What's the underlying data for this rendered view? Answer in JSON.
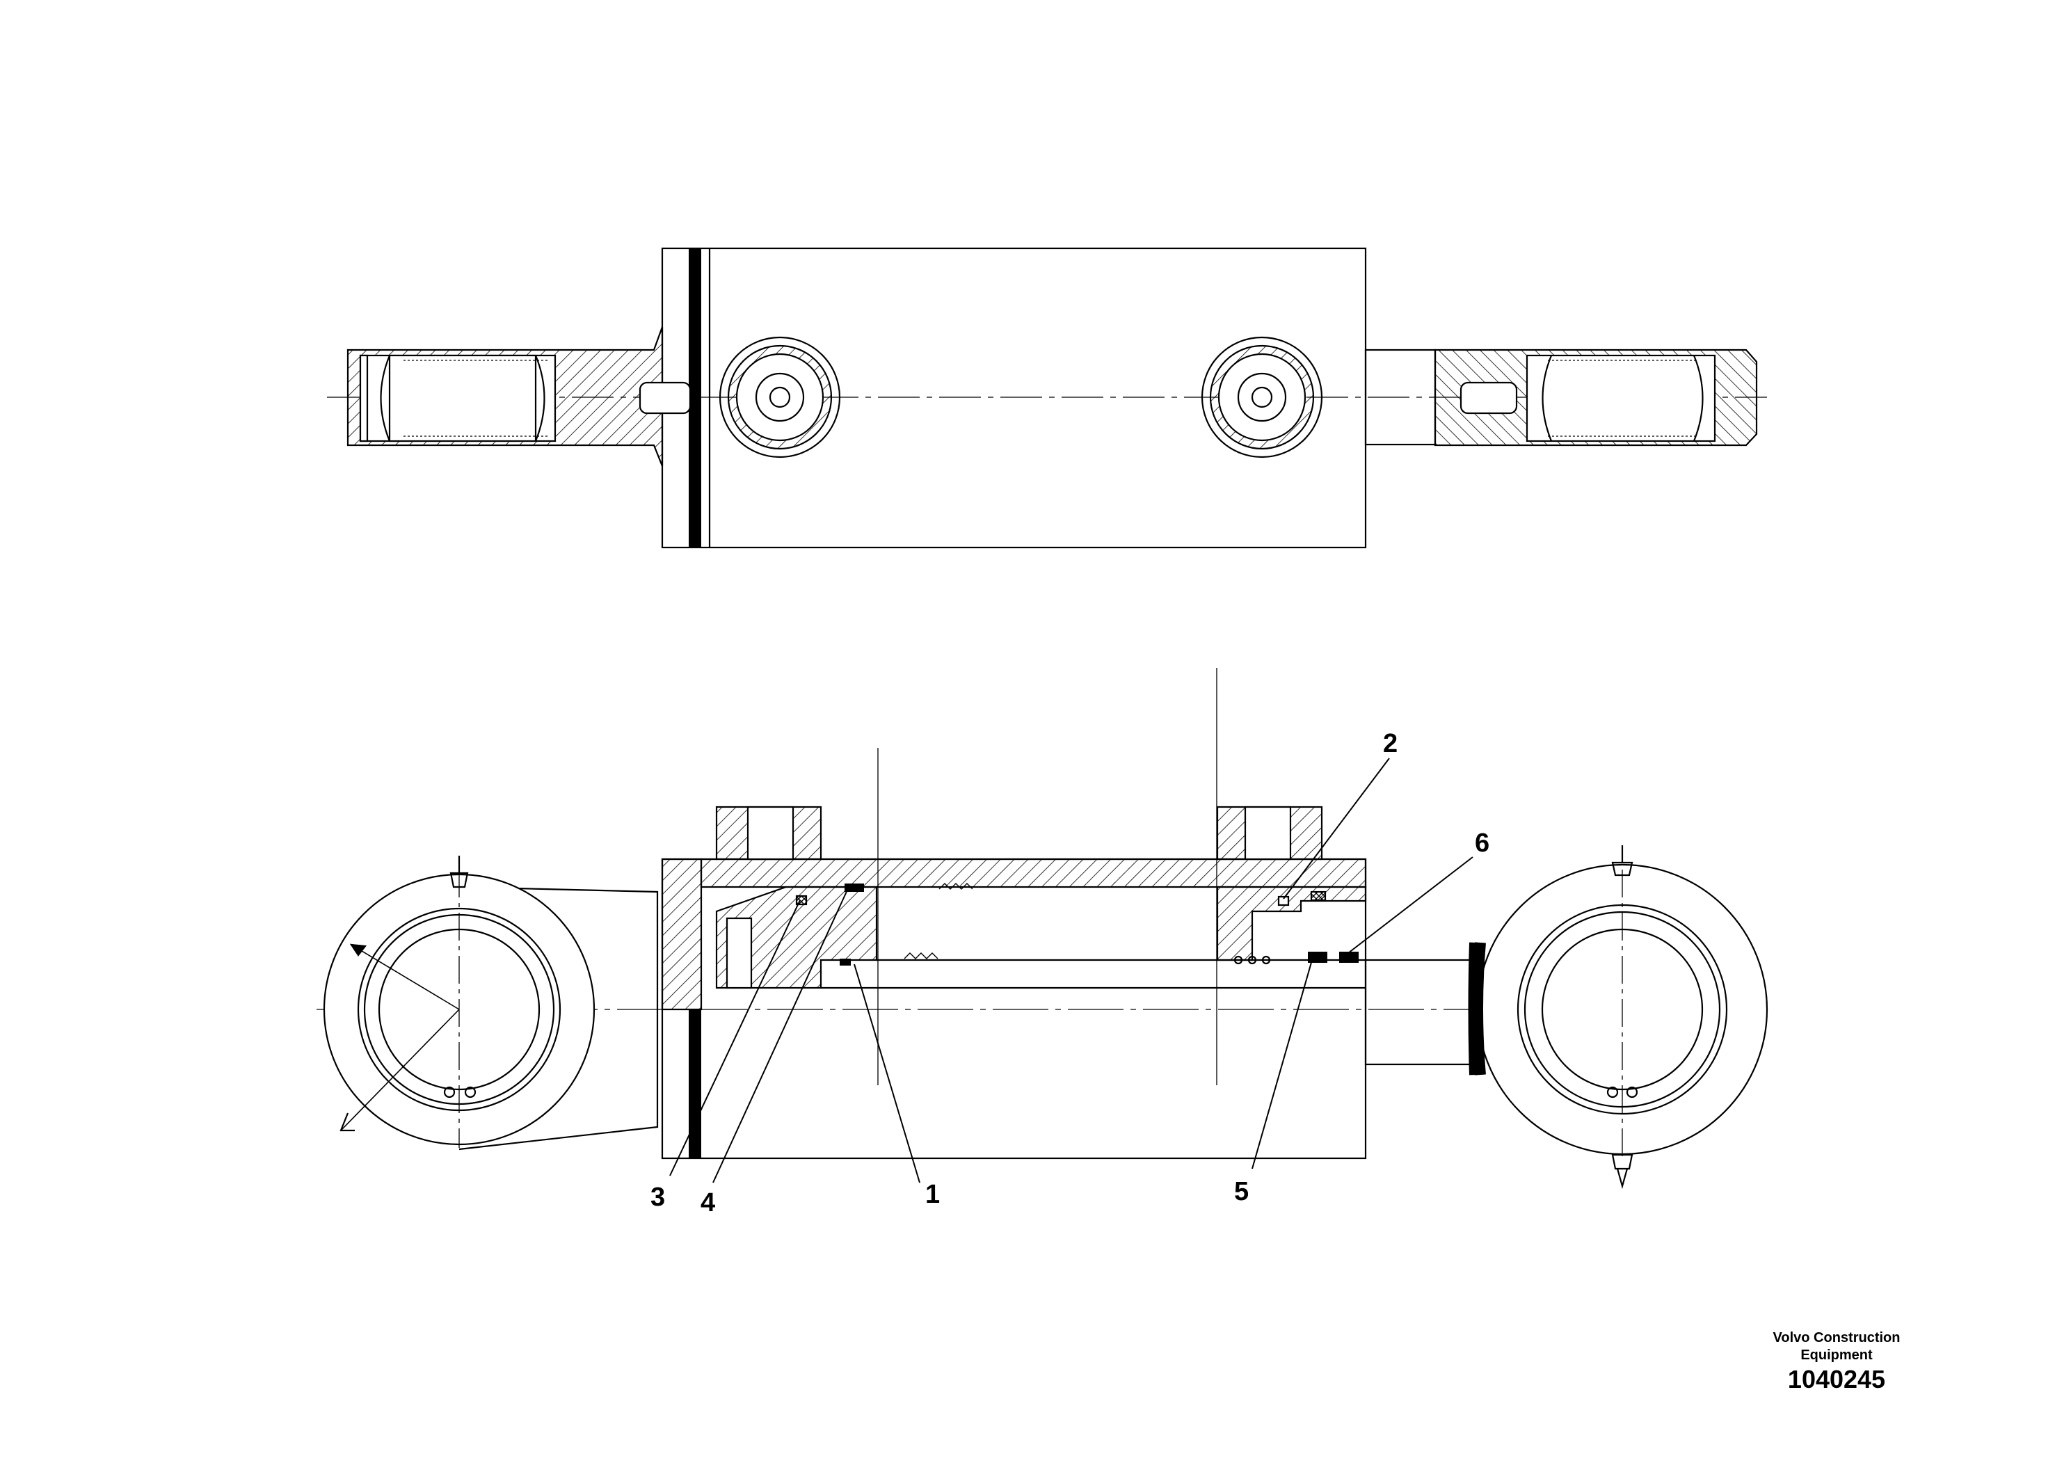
{
  "callouts": [
    {
      "id": "1",
      "label": "1"
    },
    {
      "id": "2",
      "label": "2"
    },
    {
      "id": "3",
      "label": "3"
    },
    {
      "id": "4",
      "label": "4"
    },
    {
      "id": "5",
      "label": "5"
    },
    {
      "id": "6",
      "label": "6"
    }
  ],
  "title_block": {
    "brand_line1": "Volvo Construction",
    "brand_line2": "Equipment",
    "drawing_number": "1040245"
  },
  "colors": {
    "line": "#000000",
    "background": "#ffffff"
  }
}
